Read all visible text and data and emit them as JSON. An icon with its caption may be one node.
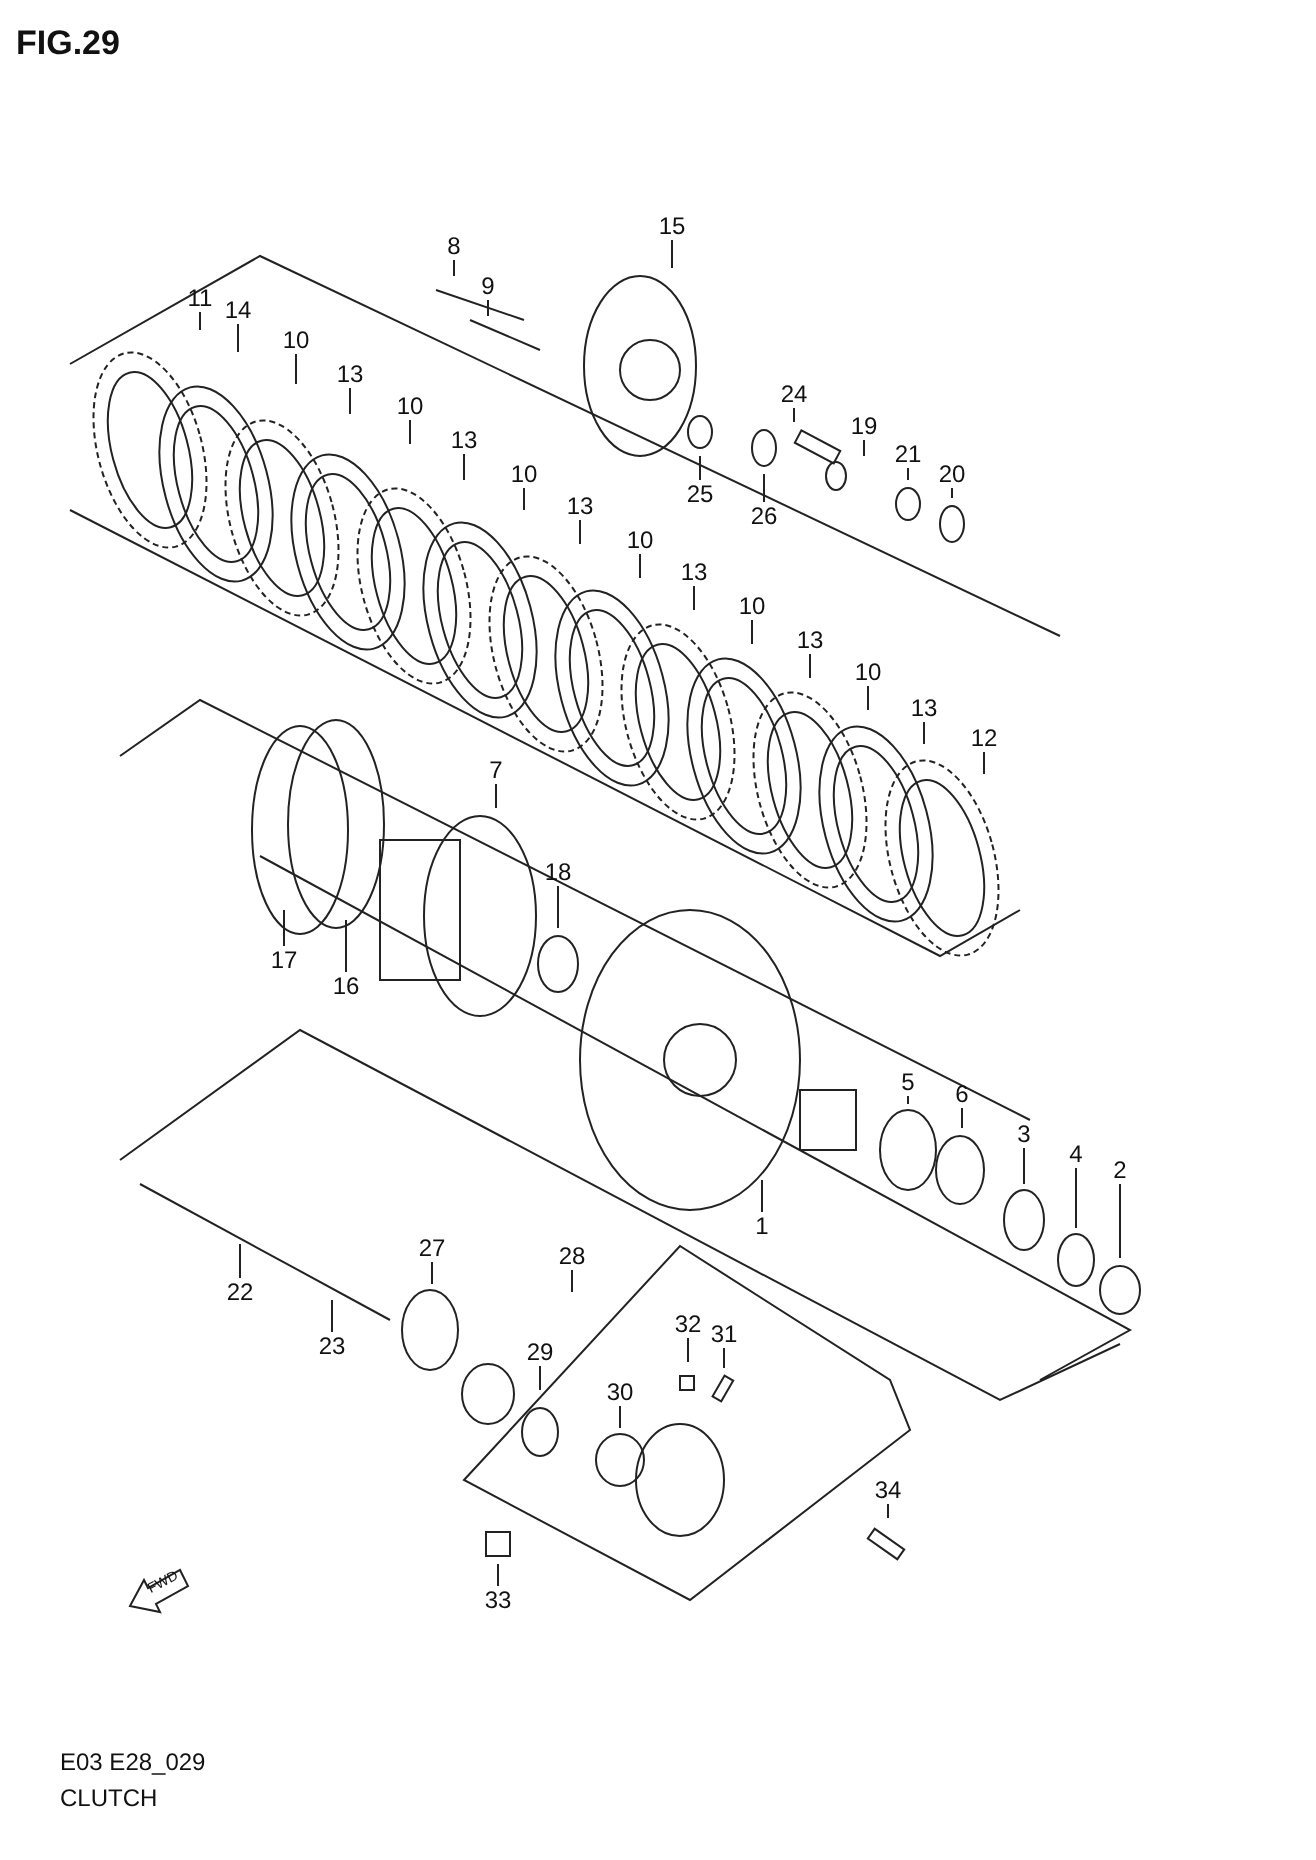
{
  "diagram": {
    "title": "FIG.29",
    "caption": "CLUTCH",
    "nodes": [
      {
        "text": [
          "8"
        ]
      },
      {
        "text": [
          "15"
        ]
      },
      {
        "text": [
          "11"
        ]
      },
      {
        "text": [
          "9"
        ]
      },
      {
        "text": [
          "14"
        ]
      },
      {
        "text": [
          "10"
        ]
      },
      {
        "text": [
          "13"
        ]
      },
      {
        "text": [
          "24"
        ]
      },
      {
        "text": [
          "10"
        ]
      },
      {
        "text": [
          "19"
        ]
      },
      {
        "text": [
          "13"
        ]
      },
      {
        "text": [
          "21"
        ]
      },
      {
        "text": [
          "10"
        ]
      },
      {
        "text": [
          "20"
        ]
      },
      {
        "text": [
          "25"
        ]
      },
      {
        "text": [
          "26"
        ]
      },
      {
        "text": [
          "13"
        ]
      },
      {
        "text": [
          "10"
        ]
      },
      {
        "text": [
          "13"
        ]
      },
      {
        "text": [
          "10"
        ]
      },
      {
        "text": [
          "13"
        ]
      },
      {
        "text": [
          "10"
        ]
      },
      {
        "text": [
          "13"
        ]
      },
      {
        "text": [
          "12"
        ]
      },
      {
        "text": [
          "7"
        ]
      },
      {
        "text": [
          "18"
        ]
      },
      {
        "text": [
          "17"
        ]
      },
      {
        "text": [
          "16"
        ]
      },
      {
        "text": [
          "5"
        ]
      },
      {
        "text": [
          "6"
        ]
      },
      {
        "text": [
          "3"
        ]
      },
      {
        "text": [
          "4"
        ]
      },
      {
        "text": [
          "2"
        ]
      },
      {
        "text": [
          "1"
        ]
      },
      {
        "text": [
          "27"
        ]
      },
      {
        "text": [
          "28"
        ]
      },
      {
        "text": [
          "22"
        ]
      },
      {
        "text": [
          "32"
        ]
      },
      {
        "text": [
          "31"
        ]
      },
      {
        "text": [
          "23"
        ]
      },
      {
        "text": [
          "29"
        ]
      },
      {
        "text": [
          "30"
        ]
      },
      {
        "text": [
          "34"
        ]
      },
      {
        "text": [
          "33"
        ]
      }
    ],
    "edges": [
      {
        "from": 0,
        "to": null,
        "arrow": "none"
      },
      {
        "from": 1,
        "to": null,
        "arrow": "none"
      },
      {
        "from": 2,
        "to": null,
        "arrow": "none"
      },
      {
        "from": 3,
        "to": null,
        "arrow": "none"
      },
      {
        "from": 4,
        "to": null,
        "arrow": "none"
      },
      {
        "from": 5,
        "to": null,
        "arrow": "none"
      },
      {
        "from": 6,
        "to": null,
        "arrow": "none"
      },
      {
        "from": 7,
        "to": null,
        "arrow": "none"
      },
      {
        "from": 8,
        "to": null,
        "arrow": "none"
      },
      {
        "from": 9,
        "to": null,
        "arrow": "none"
      },
      {
        "from": 10,
        "to": null,
        "arrow": "none"
      },
      {
        "from": 11,
        "to": null,
        "arrow": "none"
      },
      {
        "from": 12,
        "to": null,
        "arrow": "none"
      },
      {
        "from": 13,
        "to": null,
        "arrow": "none"
      },
      {
        "from": 14,
        "to": null,
        "arrow": "none"
      },
      {
        "from": 15,
        "to": null,
        "arrow": "none"
      },
      {
        "from": 16,
        "to": null,
        "arrow": "none"
      },
      {
        "from": 17,
        "to": null,
        "arrow": "none"
      },
      {
        "from": 18,
        "to": null,
        "arrow": "none"
      },
      {
        "from": 19,
        "to": null,
        "arrow": "none"
      },
      {
        "from": 20,
        "to": null,
        "arrow": "none"
      },
      {
        "from": 21,
        "to": null,
        "arrow": "none"
      },
      {
        "from": 22,
        "to": null,
        "arrow": "none"
      },
      {
        "from": 23,
        "to": null,
        "arrow": "none"
      },
      {
        "from": 24,
        "to": null,
        "arrow": "none"
      },
      {
        "from": 25,
        "to": null,
        "arrow": "none"
      },
      {
        "from": 26,
        "to": null,
        "arrow": "none"
      },
      {
        "from": 27,
        "to": null,
        "arrow": "none"
      },
      {
        "from": 28,
        "to": null,
        "arrow": "none"
      },
      {
        "from": 29,
        "to": null,
        "arrow": "none"
      },
      {
        "from": 30,
        "to": null,
        "arrow": "none"
      },
      {
        "from": 31,
        "to": null,
        "arrow": "none"
      },
      {
        "from": 32,
        "to": null,
        "arrow": "none"
      },
      {
        "from": 33,
        "to": null,
        "arrow": "none"
      },
      {
        "from": 34,
        "to": null,
        "arrow": "none"
      },
      {
        "from": 35,
        "to": null,
        "arrow": "none"
      },
      {
        "from": 36,
        "to": null,
        "arrow": "none"
      },
      {
        "from": 37,
        "to": null,
        "arrow": "none"
      },
      {
        "from": 38,
        "to": null,
        "arrow": "none"
      },
      {
        "from": 39,
        "to": null,
        "arrow": "none"
      },
      {
        "from": 40,
        "to": null,
        "arrow": "none"
      },
      {
        "from": 41,
        "to": null,
        "arrow": "none"
      },
      {
        "from": 42,
        "to": null,
        "arrow": "none"
      },
      {
        "from": 43,
        "to": null,
        "arrow": "none"
      }
    ],
    "labels": [
      "FWD",
      "E03 E28_029"
    ]
  }
}
